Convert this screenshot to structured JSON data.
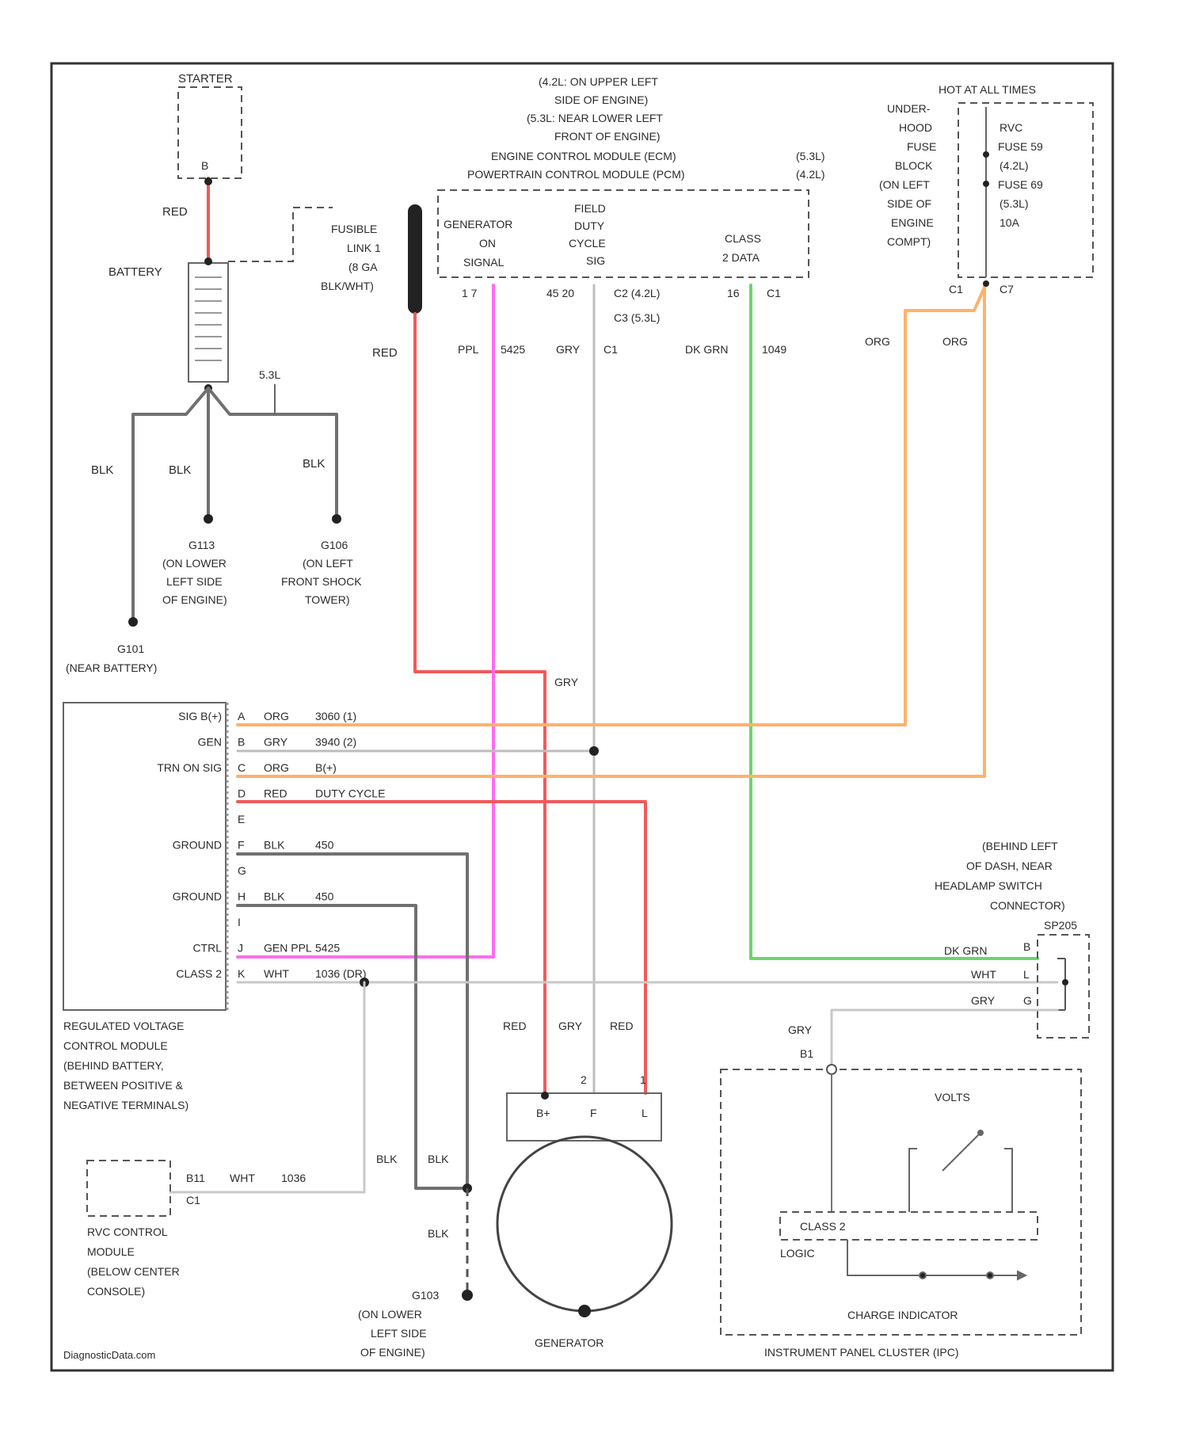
{
  "labels": {
    "starter": "STARTER",
    "starter_pin": "B",
    "red_starter": "RED",
    "battery": "BATTERY",
    "fusible_link": [
      "FUSIBLE",
      "LINK 1",
      "(8 GA",
      "BLK/WHT)"
    ],
    "ecm_location": [
      "(4.2L: ON UPPER LEFT",
      "SIDE OF ENGINE)",
      "(5.3L: NEAR LOWER LEFT",
      "FRONT OF ENGINE)"
    ],
    "ecm_name": [
      "ENGINE CONTROL MODULE (ECM)",
      "POWERTRAIN CONTROL MODULE (PCM)"
    ],
    "ecm_engines": [
      "(5.3L)",
      "(4.2L)"
    ],
    "gen_on_signal": [
      "GENERATOR",
      "ON",
      "SIGNAL"
    ],
    "field_duty": [
      "FIELD",
      "DUTY",
      "CYCLE",
      "SIG"
    ],
    "class2_data": [
      "CLASS",
      "2 DATA"
    ],
    "ecm_pins": [
      "1 7",
      "45 20",
      "C2  (4.2L)",
      "C3  (5.3L)",
      "16",
      "C1"
    ],
    "hot_at_all_times": "HOT AT ALL TIMES",
    "underhood_fuse": [
      "UNDER-",
      "HOOD",
      "FUSE",
      "BLOCK",
      "(ON LEFT",
      "SIDE OF",
      "ENGINE",
      "COMPT)"
    ],
    "rvc_fuses": [
      "RVC",
      "FUSE 59",
      "(4.2L)",
      "FUSE 69",
      "(5.3L)",
      "10A"
    ],
    "fuse_pins": [
      "C1",
      "C7"
    ],
    "wire_red": "RED",
    "wire_ppl": "PPL",
    "wire_ppl_ckt": "5425",
    "wire_gry": "GRY",
    "wire_gry_conn": "C1",
    "wire_dkgrn": "DK GRN",
    "wire_dkgrn_ckt": "1049",
    "wire_org": "ORG",
    "ground_label": "5.3L",
    "blk": "BLK",
    "g113": [
      "G113",
      "(ON LOWER",
      "LEFT SIDE",
      "OF ENGINE)"
    ],
    "g106": [
      "G106",
      "(ON LEFT",
      "FRONT SHOCK",
      "TOWER)"
    ],
    "g101": [
      "G101",
      "(NEAR BATTERY)"
    ],
    "gry_mid": "GRY",
    "rvc_module_pins": [
      {
        "name": "SIG B(+)",
        "pin": "A",
        "color": "ORG",
        "ckt": "3060 (1)"
      },
      {
        "name": "GEN",
        "pin": "B",
        "color": "GRY",
        "ckt": "3940 (2)"
      },
      {
        "name": "TRN ON SIG",
        "pin": "C",
        "color": "ORG",
        "ckt": "B(+)"
      },
      {
        "name": "",
        "pin": "D",
        "color": "RED",
        "ckt": "DUTY CYCLE"
      },
      {
        "name": "",
        "pin": "E",
        "color": "",
        "ckt": ""
      },
      {
        "name": "GROUND",
        "pin": "F",
        "color": "BLK",
        "ckt": "450"
      },
      {
        "name": "",
        "pin": "G",
        "color": "",
        "ckt": ""
      },
      {
        "name": "GROUND",
        "pin": "H",
        "color": "BLK",
        "ckt": "450"
      },
      {
        "name": "",
        "pin": "I",
        "color": "",
        "ckt": ""
      },
      {
        "name": "CTRL",
        "pin": "J",
        "color": "GEN PPL",
        "ckt": "5425"
      },
      {
        "name": "CLASS 2",
        "pin": "K",
        "color": "WHT",
        "ckt": "1036 (DR)"
      }
    ],
    "rvc_module_desc": [
      "REGULATED VOLTAGE",
      "CONTROL MODULE",
      "(BEHIND BATTERY,",
      "BETWEEN POSITIVE &",
      "NEGATIVE TERMINALS)"
    ],
    "sp205_loc": [
      "(BEHIND LEFT",
      "OF DASH, NEAR",
      "HEADLAMP SWITCH",
      "CONNECTOR)"
    ],
    "sp205": "SP205",
    "sp_wires": [
      {
        "color": "DK GRN",
        "pin": "B"
      },
      {
        "color": "WHT",
        "pin": "L"
      },
      {
        "color": "GRY",
        "pin": "G"
      }
    ],
    "gry_ipc": "GRY",
    "ipc_pin": "B1",
    "gen_wires": [
      "RED",
      "GRY",
      "RED"
    ],
    "gen_pin_nums": [
      "2",
      "1"
    ],
    "gen_terminals": [
      "B+",
      "F",
      "L"
    ],
    "generator": "GENERATOR",
    "volts": "VOLTS",
    "class2_logic": [
      "CLASS 2",
      "LOGIC"
    ],
    "charge_indicator": "CHARGE INDICATOR",
    "ipc": "INSTRUMENT PANEL CLUSTER (IPC)",
    "rvc_ctrl_wire": [
      "B11",
      "WHT",
      "1036",
      "C1"
    ],
    "rvc_ctrl_module": [
      "RVC CONTROL",
      "MODULE",
      "(BELOW CENTER",
      "CONSOLE)"
    ],
    "blk_gen": [
      "BLK",
      "BLK",
      "BLK"
    ],
    "g103": [
      "G103",
      "(ON LOWER",
      "LEFT SIDE",
      "OF ENGINE)"
    ],
    "watermark": "DiagnosticData.com"
  },
  "colors": {
    "red": "#f05a5a",
    "pink": "#ff6cf0",
    "gray": "#bdbdbd",
    "green": "#6dd46d",
    "orange": "#ffb26a",
    "black": "#707070"
  }
}
